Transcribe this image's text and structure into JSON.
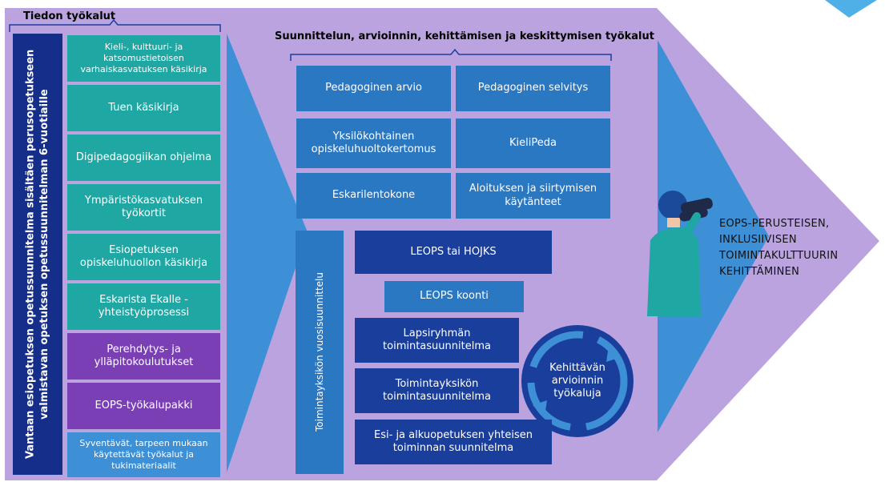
{
  "left_section": {
    "title": "Tiedon työkalut",
    "vertical_label": "Vantaan esiopetuksen opetussuunnitelma sisältäen perusopetukseen valmistavan opetuksen opetussuunnitelman 6-vuotiaille",
    "items": [
      "Kieli-, kulttuuri- ja katsomustietoisen varhaiskasvatuksen käsikirja",
      "Tuen käsikirja",
      "Digipedagogiikan ohjelma",
      "Ympäristökasvatuksen työkortit",
      "Esiopetuksen opiskeluhuollon käsikirja",
      "Eskarista Ekalle -yhteistyöprosessi",
      "Perehdytys- ja ylläpitokoulutukset",
      "EOPS-työkalupakki",
      "Syventävät, tarpeen mukaan käytettävät työkalut ja tukimateriaalit"
    ]
  },
  "middle_section": {
    "title": "Suunnittelun, arvioinnin, kehittämisen ja keskittymisen työkalut",
    "grid": [
      "Pedagoginen arvio",
      "Pedagoginen selvitys",
      "Yksilökohtainen opiskeluhuoltokertomus",
      "KieliPeda",
      "Eskarilentokone",
      "Aloituksen ja siirtymisen käytänteet"
    ],
    "vertical_label": "Toimintayksikön vuosisuunnittelu",
    "plans": [
      "LEOPS tai HOJKS",
      "LEOPS koonti",
      "Lapsiryhmän toimintasuunnitelma",
      "Toimintayksikön toimintasuunnitelma",
      "Esi- ja alkuopetuksen yhteisen toiminnan suunnitelma"
    ],
    "cycle_label": "Kehittävän arvioinnin työkaluja"
  },
  "right_section": {
    "goal_text": "EOPS-PERUSTEISEN, INKLUSIIVISEN TOIMINTAKULTTUURIN KEHITTÄMINEN"
  },
  "colors": {
    "background_arrow": "#bba3e0",
    "teal": "#1fa7a4",
    "purple": "#7a3fb5",
    "blue": "#3d8fd6",
    "dark_blue": "#1a3e9c",
    "navy_bar": "#142e8a"
  }
}
